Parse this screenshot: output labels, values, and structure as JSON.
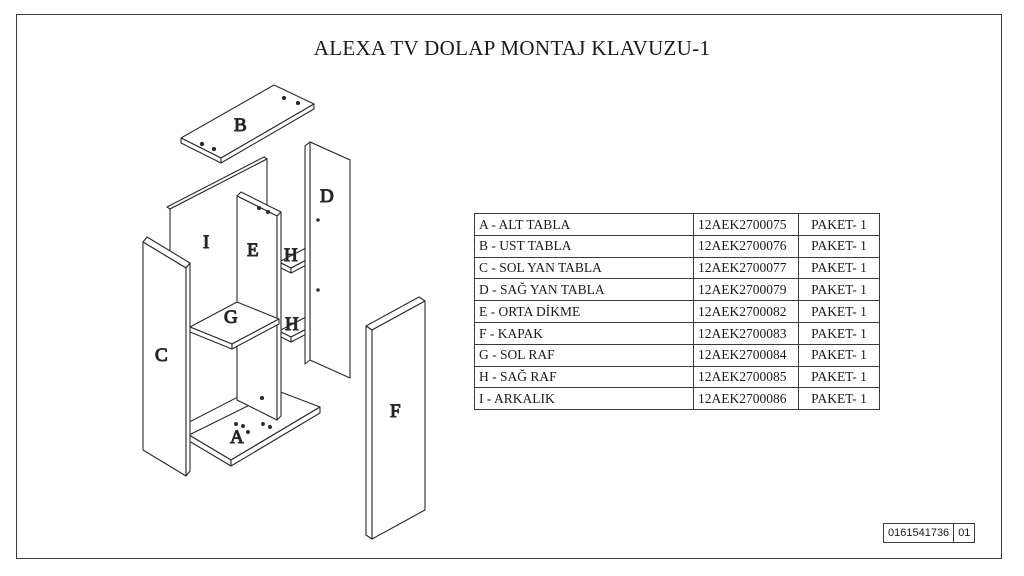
{
  "title": "ALEXA TV DOLAP MONTAJ KLAVUZU-1",
  "part_labels": {
    "a": "A",
    "b": "B",
    "c": "C",
    "d": "D",
    "e": "E",
    "f": "F",
    "g": "G",
    "h1": "H",
    "h2": "H",
    "i": "I"
  },
  "parts_table": [
    {
      "name": "A -  ALT TABLA",
      "code": "12AEK2700075",
      "package": "PAKET- 1"
    },
    {
      "name": "B - UST TABLA",
      "code": "12AEK2700076",
      "package": "PAKET- 1"
    },
    {
      "name": "C - SOL YAN TABLA",
      "code": "12AEK2700077",
      "package": "PAKET- 1"
    },
    {
      "name": "D -  SAĞ YAN TABLA",
      "code": "12AEK2700079",
      "package": "PAKET- 1"
    },
    {
      "name": "E -  ORTA DİKME",
      "code": "12AEK2700082",
      "package": "PAKET- 1"
    },
    {
      "name": "F -  KAPAK",
      "code": "12AEK2700083",
      "package": "PAKET- 1"
    },
    {
      "name": "G - SOL RAF",
      "code": "12AEK2700084",
      "package": "PAKET- 1"
    },
    {
      "name": "H - SAĞ RAF",
      "code": "12AEK2700085",
      "package": "PAKET- 1"
    },
    {
      "name": "I - ARKALIK",
      "code": "12AEK2700086",
      "package": "PAKET- 1"
    }
  ],
  "document_code": {
    "number": "0161541736",
    "revision": "01"
  }
}
